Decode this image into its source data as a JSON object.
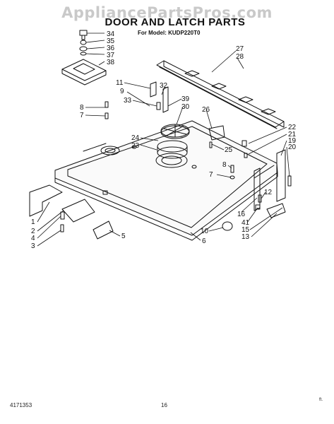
{
  "watermark": "AppliancePartsPros.com",
  "title": "DOOR AND LATCH PARTS",
  "model_line": "For Model: KUDP220T0",
  "footer": {
    "left": "4171353",
    "center": "16",
    "right": "ft."
  },
  "callouts": [
    {
      "id": "c34",
      "text": "34"
    },
    {
      "id": "c35",
      "text": "35"
    },
    {
      "id": "c36",
      "text": "36"
    },
    {
      "id": "c37",
      "text": "37"
    },
    {
      "id": "c38",
      "text": "38"
    },
    {
      "id": "c27",
      "text": "27"
    },
    {
      "id": "c28",
      "text": "28"
    },
    {
      "id": "c11",
      "text": "11"
    },
    {
      "id": "c32",
      "text": "32"
    },
    {
      "id": "c9",
      "text": "9"
    },
    {
      "id": "c33",
      "text": "33"
    },
    {
      "id": "c39",
      "text": "39"
    },
    {
      "id": "c30",
      "text": "30"
    },
    {
      "id": "c26",
      "text": "26"
    },
    {
      "id": "c8a",
      "text": "8"
    },
    {
      "id": "c7a",
      "text": "7"
    },
    {
      "id": "c24",
      "text": "24"
    },
    {
      "id": "c23",
      "text": "23"
    },
    {
      "id": "c25",
      "text": "25"
    },
    {
      "id": "c22",
      "text": "22"
    },
    {
      "id": "c21",
      "text": "21"
    },
    {
      "id": "c19",
      "text": "19"
    },
    {
      "id": "c20",
      "text": "20"
    },
    {
      "id": "c8b",
      "text": "8"
    },
    {
      "id": "c7b",
      "text": "7"
    },
    {
      "id": "c12",
      "text": "12"
    },
    {
      "id": "c16",
      "text": "16"
    },
    {
      "id": "c41",
      "text": "41"
    },
    {
      "id": "c15",
      "text": "15"
    },
    {
      "id": "c13",
      "text": "13"
    },
    {
      "id": "c10",
      "text": "10"
    },
    {
      "id": "c6",
      "text": "6"
    },
    {
      "id": "c1",
      "text": "1"
    },
    {
      "id": "c2",
      "text": "2"
    },
    {
      "id": "c4",
      "text": "4"
    },
    {
      "id": "c3",
      "text": "3"
    },
    {
      "id": "c5",
      "text": "5"
    }
  ]
}
